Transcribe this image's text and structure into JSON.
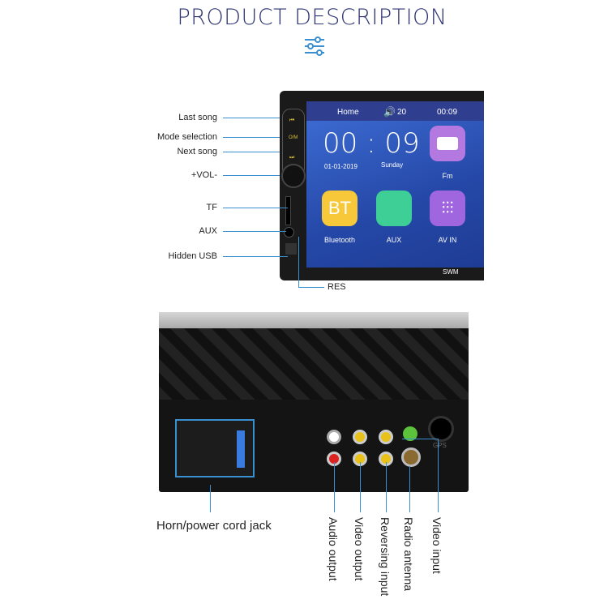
{
  "header": {
    "title": "PRODUCT DESCRIPTION",
    "icon": "sliders-icon",
    "accent": "#3a8fd0"
  },
  "front_labels": {
    "last_song": "Last song",
    "mode_selection": "Mode selection",
    "next_song": "Next song",
    "volume": "+VOL-",
    "tf": "TF",
    "aux": "AUX",
    "hidden_usb": "Hidden USB",
    "res": "RES"
  },
  "screen": {
    "status_home": "Home",
    "volume": "20",
    "time": "00:09",
    "clock": "00 : 09",
    "date": "01-01-2019",
    "day": "Sunday",
    "brand": "SWM",
    "apps": [
      {
        "label": "Fm",
        "icon": "radio-icon"
      },
      {
        "label": "Bluetooth",
        "icon_text": "BT"
      },
      {
        "label": "AUX",
        "icon": "aux-cable-icon"
      },
      {
        "label": "AV IN",
        "icon": "rca-plugs-icon"
      }
    ]
  },
  "rear_labels": {
    "horn": "Horn/power cord jack",
    "audio_output": "Audio output",
    "video_output": "Video output",
    "reversing_input": "Reversing input",
    "radio_antenna": "Radio antenna",
    "video_input": "Video input",
    "gps": "GPS"
  }
}
